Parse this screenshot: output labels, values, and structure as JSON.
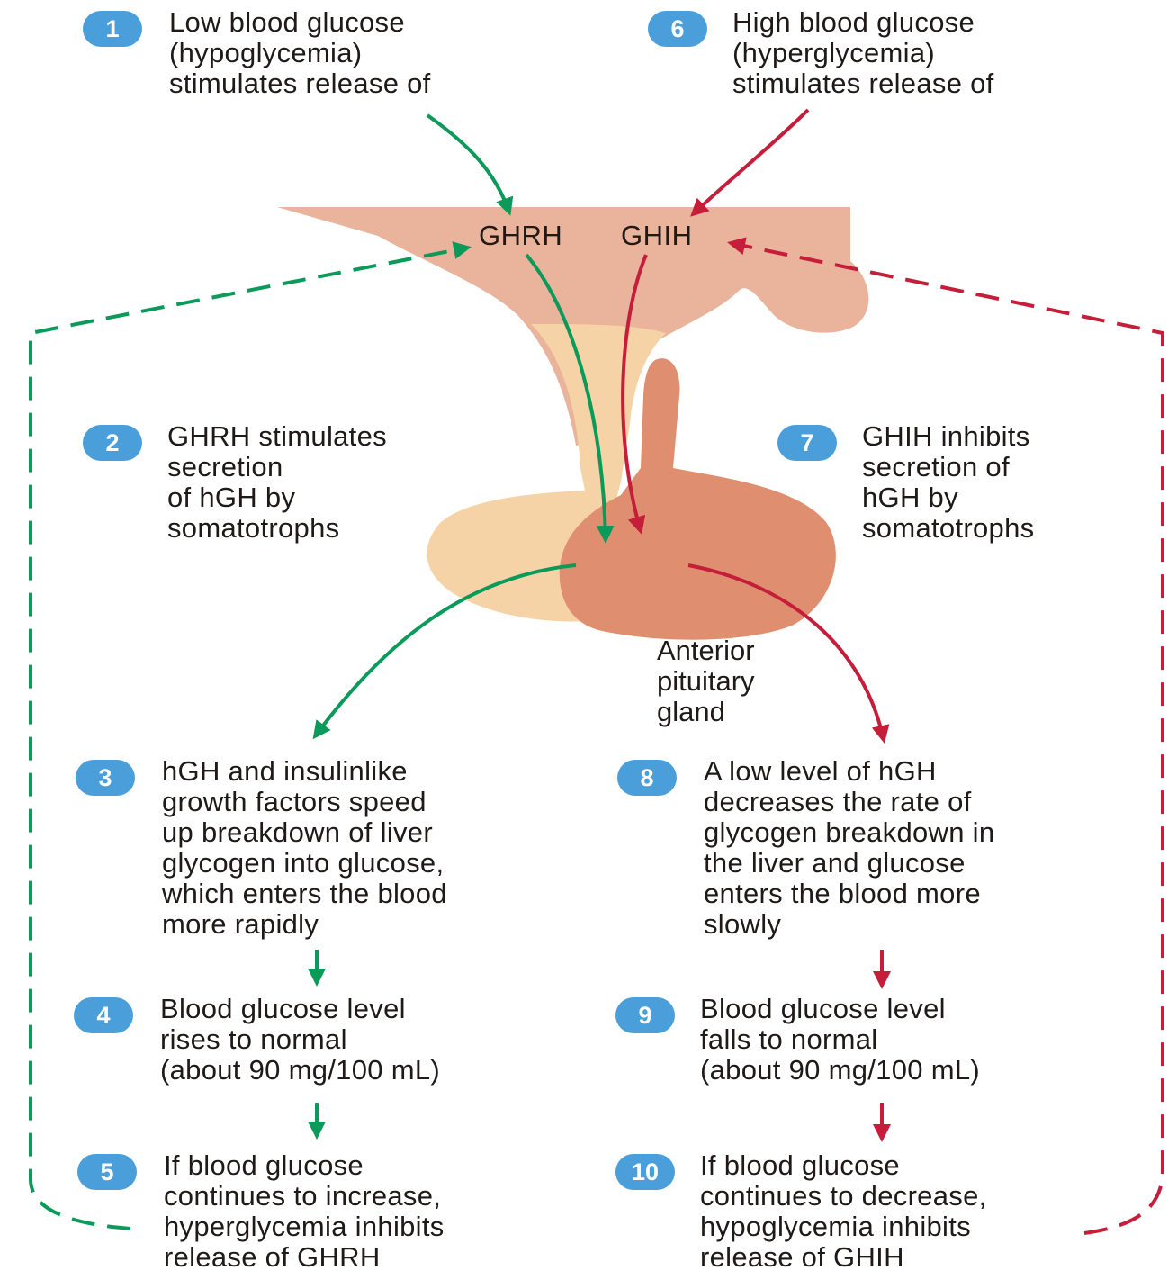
{
  "colors": {
    "stimulate": "#0c9a5a",
    "inhibit": "#c41e3a",
    "badge": "#4a9fda",
    "hypothalamus": "#eab39b",
    "stalk": "#f6d3a6",
    "anterior_lobe": "#df8f6f"
  },
  "hormones": {
    "ghrh": "GHRH",
    "ghih": "GHIH"
  },
  "gland_label": "Anterior\npituitary\ngland",
  "steps": [
    {
      "num": "1",
      "text": "Low blood glucose\n(hypoglycemia)\nstimulates release of"
    },
    {
      "num": "2",
      "text": "GHRH stimulates\nsecretion\nof hGH by\nsomatotrophs"
    },
    {
      "num": "3",
      "text": "hGH and insulinlike\ngrowth factors speed\nup breakdown of liver\nglycogen into glucose,\nwhich enters the blood\nmore rapidly"
    },
    {
      "num": "4",
      "text": "Blood glucose level\nrises to normal\n(about 90 mg/100 mL)"
    },
    {
      "num": "5",
      "text": "If blood glucose\ncontinues to increase,\nhyperglycemia inhibits\nrelease of GHRH"
    },
    {
      "num": "6",
      "text": "High blood glucose\n(hyperglycemia)\nstimulates release of"
    },
    {
      "num": "7",
      "text": "GHIH inhibits\nsecretion of\nhGH by\nsomatotrophs"
    },
    {
      "num": "8",
      "text": "A low level of hGH\ndecreases the rate of\nglycogen breakdown in\nthe liver and glucose\nenters the blood more\nslowly"
    },
    {
      "num": "9",
      "text": "Blood glucose level\nfalls to normal\n(about 90 mg/100 mL)"
    },
    {
      "num": "10",
      "text": "If blood glucose\ncontinues to decrease,\nhypoglycemia inhibits\nrelease of GHIH"
    }
  ]
}
